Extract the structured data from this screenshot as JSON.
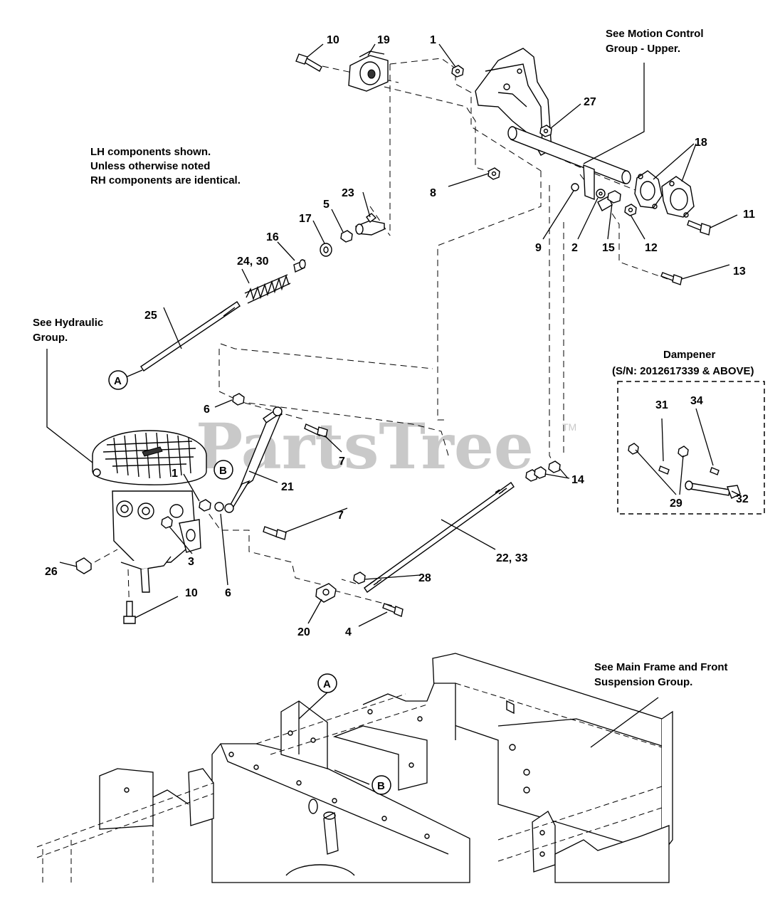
{
  "notes": {
    "lh_line1": "LH components shown.",
    "lh_line2": "Unless otherwise noted",
    "lh_line3": "RH components are identical.",
    "motion_line1": "See Motion Control",
    "motion_line2": "Group - Upper.",
    "hydraulic_line1": "See Hydraulic",
    "hydraulic_line2": "Group.",
    "frame_line1": "See Main Frame and Front",
    "frame_line2": "Suspension Group."
  },
  "dampener": {
    "title": "Dampener",
    "serial": "(S/N: 2012617339 & ABOVE)"
  },
  "callouts": {
    "c10a": "10",
    "c19": "19",
    "c1a": "1",
    "c27": "27",
    "c18": "18",
    "c8": "8",
    "c23": "23",
    "c5": "5",
    "c17": "17",
    "c16": "16",
    "c24_30": "24, 30",
    "c9": "9",
    "c2": "2",
    "c15": "15",
    "c12": "12",
    "c11": "11",
    "c13": "13",
    "c25": "25",
    "c6a": "6",
    "c7a": "7",
    "c1b": "1",
    "c21": "21",
    "c14": "14",
    "c3": "3",
    "c26": "26",
    "c6b": "6",
    "c7b": "7",
    "c22_33": "22, 33",
    "c28": "28",
    "c10b": "10",
    "c20": "20",
    "c4": "4",
    "c31": "31",
    "c34": "34",
    "c29": "29",
    "c32": "32"
  },
  "refs": {
    "a": "A",
    "b": "B",
    "a2": "A",
    "b2": "B"
  },
  "watermark": {
    "text": "PartsTree",
    "tm": "TM"
  }
}
